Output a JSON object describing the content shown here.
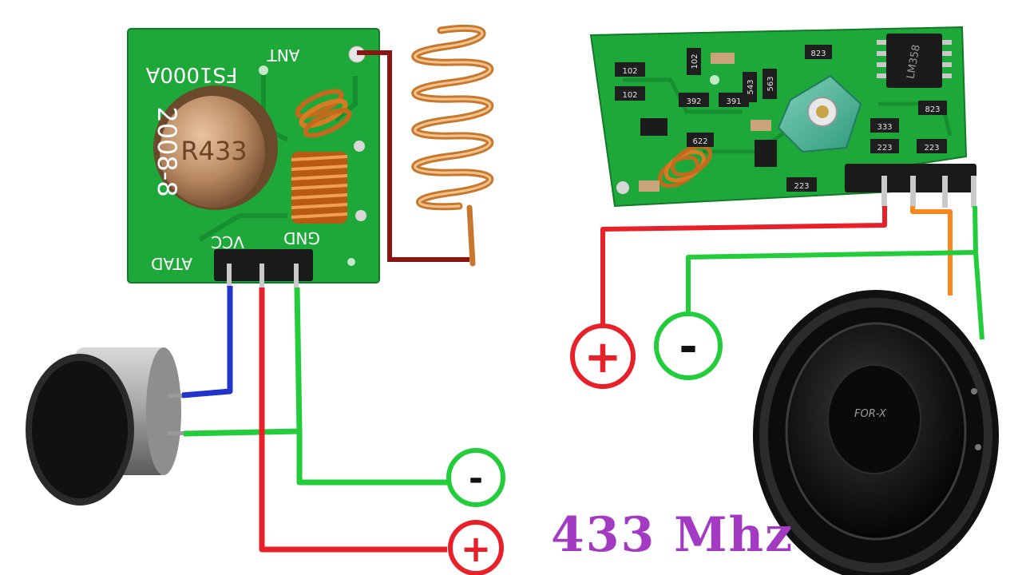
{
  "transmitter": {
    "board_name": "FS1000A",
    "date_code": "2008-8",
    "crystal_label": "R433",
    "antenna_label": "ANT",
    "pins": [
      "ATAD",
      "VCC",
      "GND"
    ]
  },
  "receiver": {
    "chip_label": "LM358",
    "smd_codes": [
      "102",
      "102",
      "392",
      "391",
      "622",
      "543",
      "563",
      "823",
      "823",
      "333",
      "223",
      "223",
      "223",
      "102"
    ]
  },
  "speaker": {
    "brand": "FOR-X"
  },
  "polarity": {
    "tx_plus": "+",
    "tx_minus": "-",
    "rx_plus": "+",
    "rx_minus": "-"
  },
  "frequency_label": "433 Mhz",
  "colors": {
    "pcb": "#1fa83a",
    "wire_red": "#e8202a",
    "wire_green": "#22cc3a",
    "wire_blue": "#2233cc",
    "wire_orange": "#f7871e",
    "wire_antenna": "#8b1414",
    "text_purple": "#a23bc2"
  }
}
